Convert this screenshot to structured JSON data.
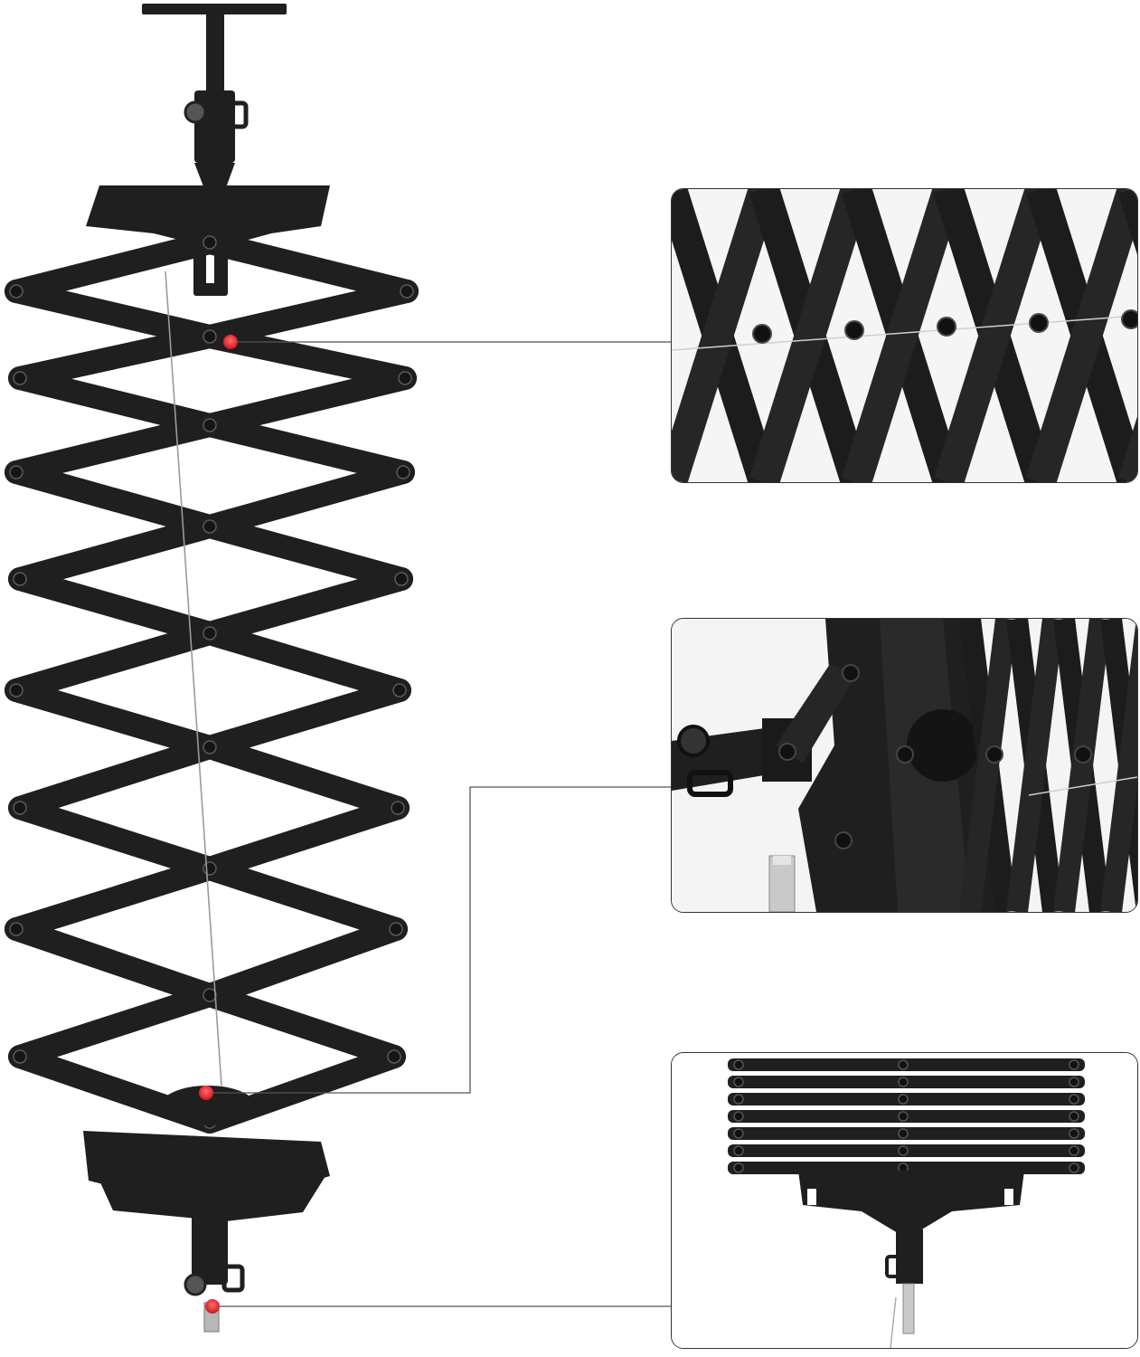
{
  "product": {
    "item": "pantograph-scissor-ceiling-mount",
    "finish_color": "#1f1f1f",
    "highlight_color": "#e8202a",
    "callout_line_color": "#555555"
  },
  "detail_panels": [
    {
      "id": "scissor-arm-rivets",
      "icon": "zoom-detail"
    },
    {
      "id": "spring-coil-hub",
      "icon": "zoom-detail"
    },
    {
      "id": "collapsed-bottom-mount",
      "icon": "zoom-detail"
    }
  ]
}
